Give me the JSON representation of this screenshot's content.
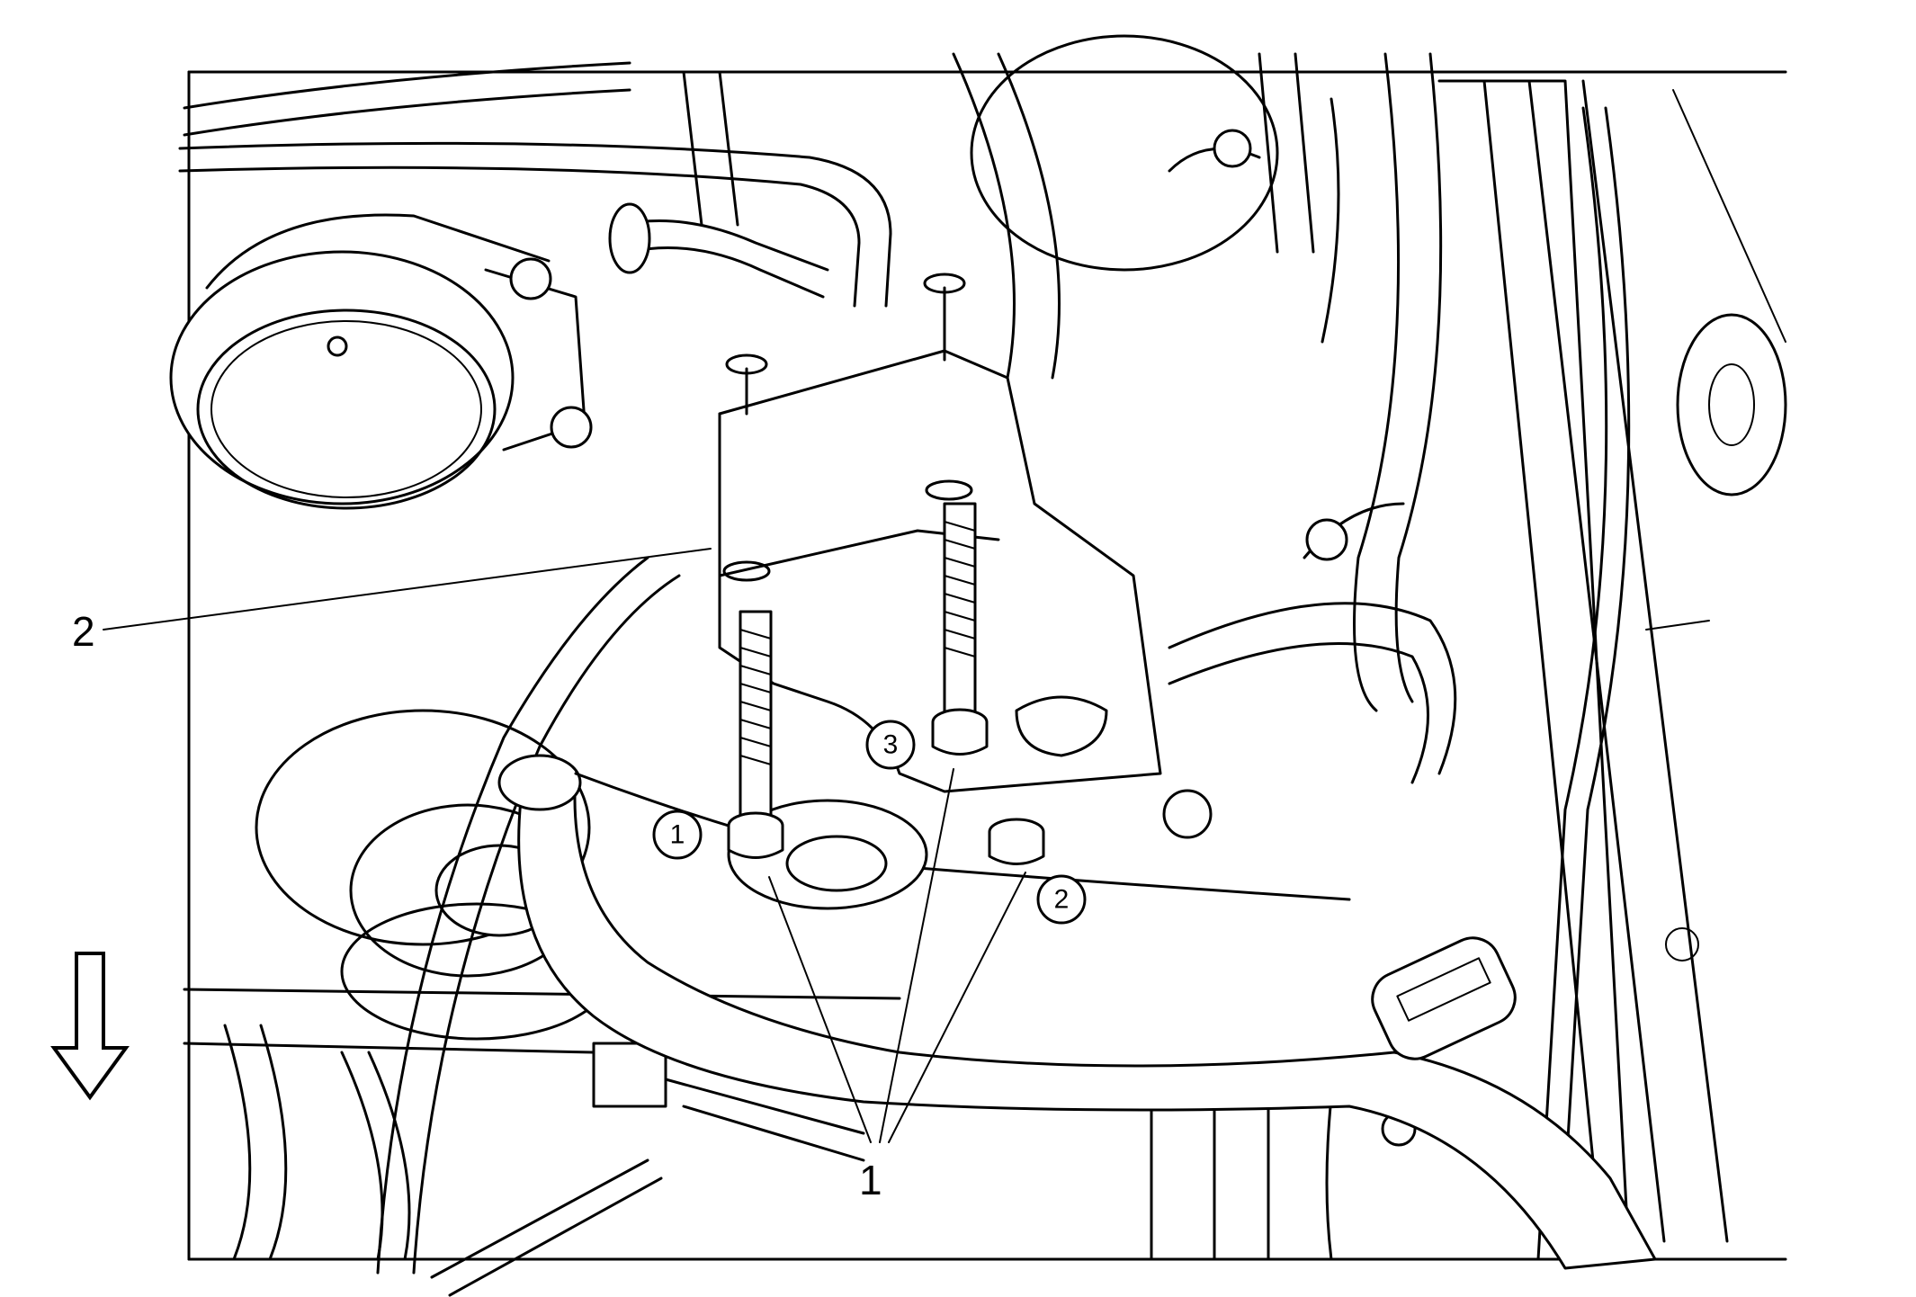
{
  "callouts": {
    "bolts": "1",
    "bracket": "2"
  },
  "sequence": {
    "first": "1",
    "second": "2",
    "third": "3"
  },
  "direction_arrow_icon": "down-arrow-icon",
  "colors": {
    "line": "#000000",
    "background": "#ffffff"
  }
}
